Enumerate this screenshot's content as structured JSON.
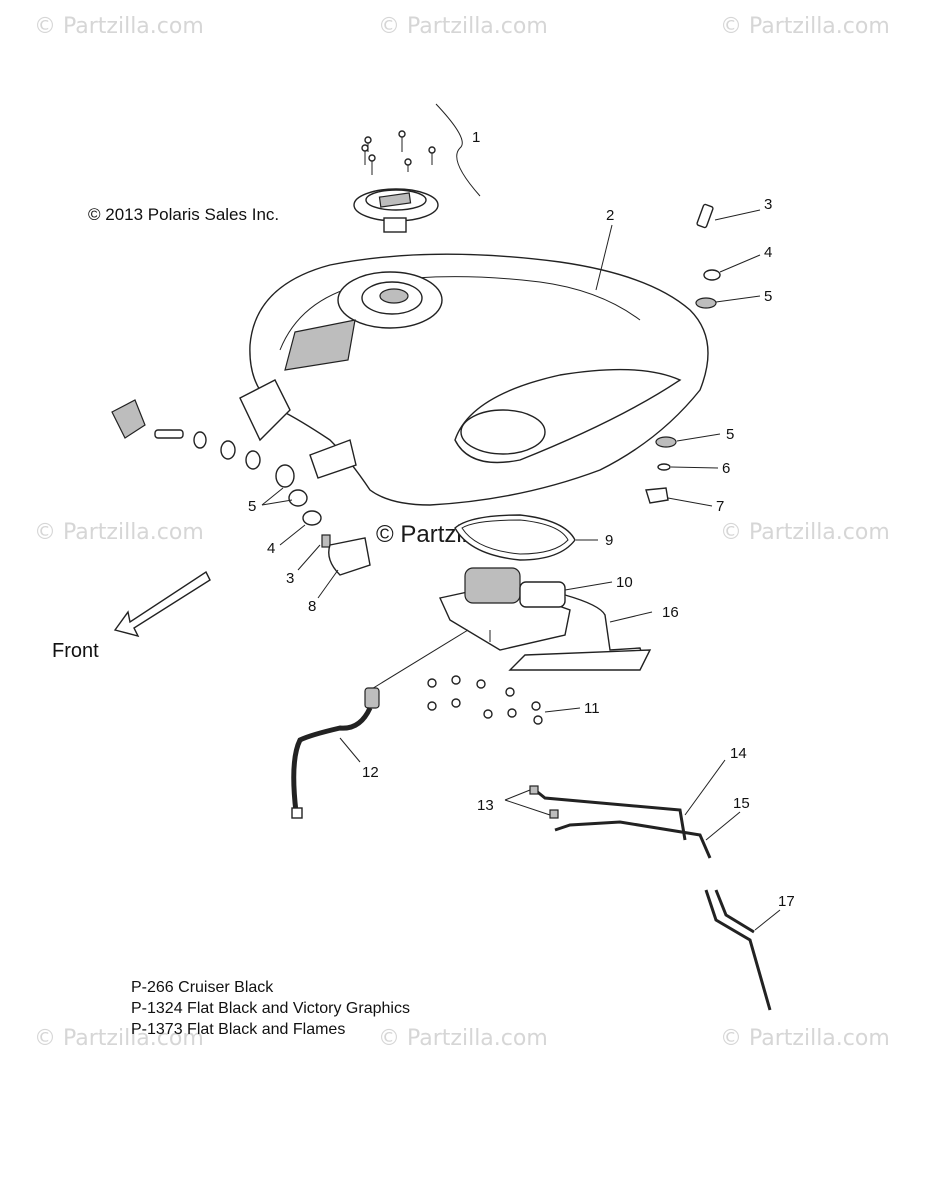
{
  "watermarks": {
    "top_left": "© Partzilla.com",
    "top_center": "© Partzilla.com",
    "top_right": "© Partzilla.com",
    "mid_left": "© Partzilla.com",
    "mid_center": "© Partzilla.com",
    "mid_right": "© Partzilla.com",
    "bottom_left": "© Partzilla.com",
    "bottom_center": "© Partzilla.com",
    "bottom_right": "© Partzilla.com"
  },
  "copyright": "© 2013 Polaris Sales Inc.",
  "front_label": "Front",
  "callouts": {
    "c1": "1",
    "c2": "2",
    "c3a": "3",
    "c4a": "4",
    "c5a": "5",
    "c5b": "5",
    "c6": "6",
    "c7": "7",
    "c5c": "5",
    "c4b": "4",
    "c3b": "3",
    "c8": "8",
    "c9": "9",
    "c10": "10",
    "c16": "16",
    "c11": "11",
    "c12": "12",
    "c14": "14",
    "c13": "13",
    "c15": "15",
    "c17": "17"
  },
  "notes": [
    "P-266  Cruiser Black",
    "P-1324  Flat Black and Victory Graphics",
    "P-1373  Flat Black and Flames"
  ]
}
